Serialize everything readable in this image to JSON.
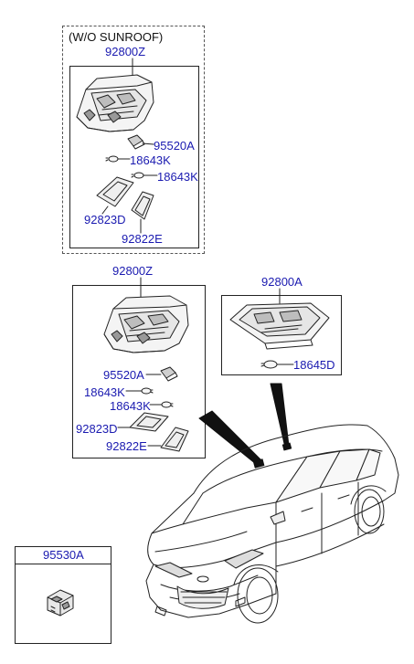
{
  "without_sunroof": {
    "note": "(W/O SUNROOF)",
    "assembly": "92800Z",
    "parts": {
      "switch": "95520A",
      "bulb_1": "18643K",
      "bulb_2": "18643K",
      "lens_left": "92823D",
      "lens_right": "92822E"
    }
  },
  "main_assembly": {
    "assembly": "92800Z",
    "parts": {
      "switch": "95520A",
      "bulb_1": "18643K",
      "bulb_2": "18643K",
      "lens_left": "92823D",
      "lens_right": "92822E"
    }
  },
  "room_lamp": {
    "assembly": "92800A",
    "bulb": "18645D"
  },
  "separate_switch": {
    "part": "95530A"
  }
}
